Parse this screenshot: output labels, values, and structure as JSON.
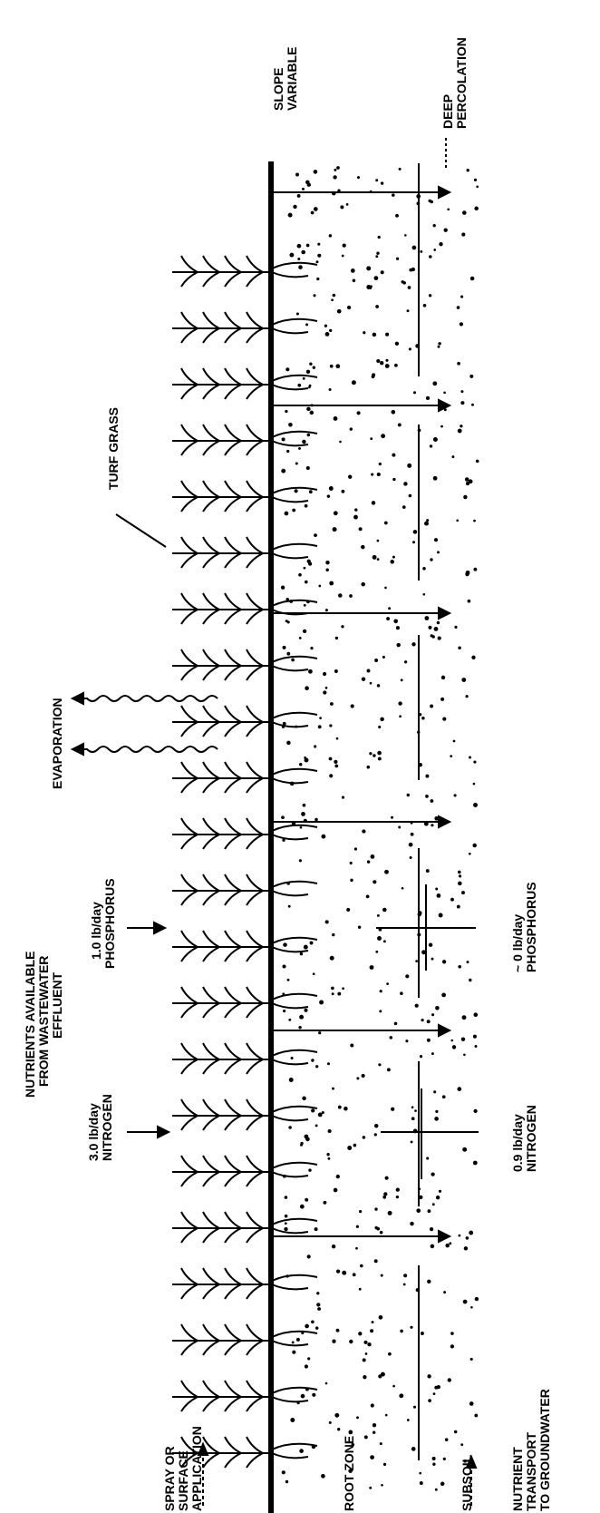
{
  "labels": {
    "slope": [
      "SLOPE",
      "VARIABLE"
    ],
    "deep_percolation": [
      "DEEP",
      "PERCOLATION"
    ],
    "turf_grass": "TURF GRASS",
    "evaporation": "EVAPORATION",
    "nutrients_available": [
      "NUTRIENTS AVAILABLE",
      "FROM WASTEWATER",
      "EFFLUENT"
    ],
    "phosphorus_in": [
      "1.0 lb/day",
      "PHOSPHORUS"
    ],
    "nitrogen_in": [
      "3.0 lb/day",
      "NITROGEN"
    ],
    "phosphorus_out": [
      "~ 0 lb/day",
      "PHOSPHORUS"
    ],
    "nitrogen_out": [
      "0.9 lb/day",
      "NITROGEN"
    ],
    "spray": [
      "SPRAY OR",
      "SURFACE",
      "APPLICATION"
    ],
    "root_zone": "ROOT ZONE",
    "subsoil": "SUBSOIL",
    "nutrient_transport": [
      "NUTRIENT",
      "TRANSPORT",
      "TO GROUNDWATER"
    ]
  }
}
